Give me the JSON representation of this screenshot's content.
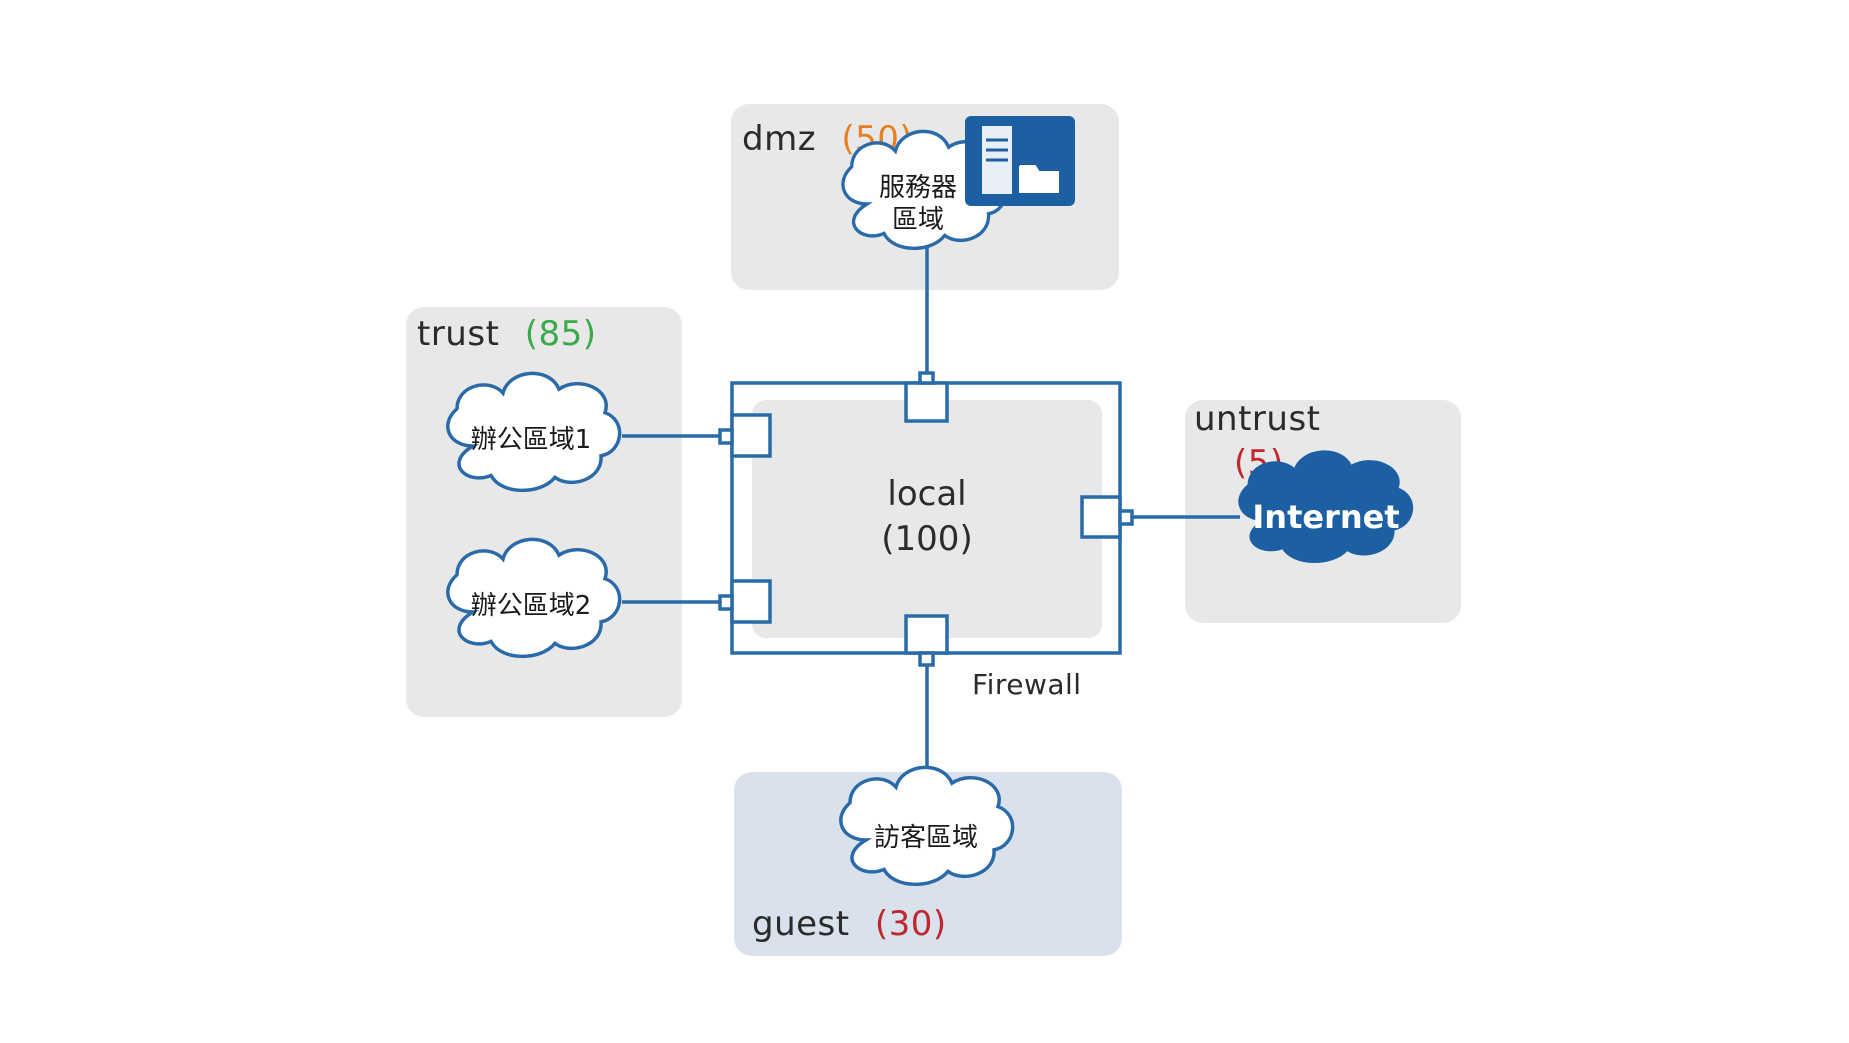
{
  "zones": {
    "dmz": {
      "name": "dmz",
      "priority": "(50)"
    },
    "trust": {
      "name": "trust",
      "priority": "(85)"
    },
    "untrust": {
      "name": "untrust",
      "priority": "(5)"
    },
    "guest": {
      "name": "guest",
      "priority": "(30)"
    },
    "local": {
      "name": "local",
      "priority": "(100)"
    }
  },
  "clouds": {
    "server_area": {
      "line1": "服務器",
      "line2": "區域"
    },
    "office1": {
      "label": "辦公區域1"
    },
    "office2": {
      "label": "辦公區域2"
    },
    "guest_area": {
      "label": "訪客區域"
    },
    "internet": {
      "label": "Internet"
    }
  },
  "device": {
    "label": "Firewall"
  },
  "icons": {
    "server": "server-folder-icon"
  },
  "colors": {
    "zone_gray": "#e8e8e8",
    "zone_guest": "#d9e1ec",
    "line_blue": "#2a6aa8",
    "internet_blue": "#1c5fa3",
    "priority_orange": "#e67e22",
    "priority_green": "#3aaa4a",
    "priority_red": "#c0282e"
  }
}
